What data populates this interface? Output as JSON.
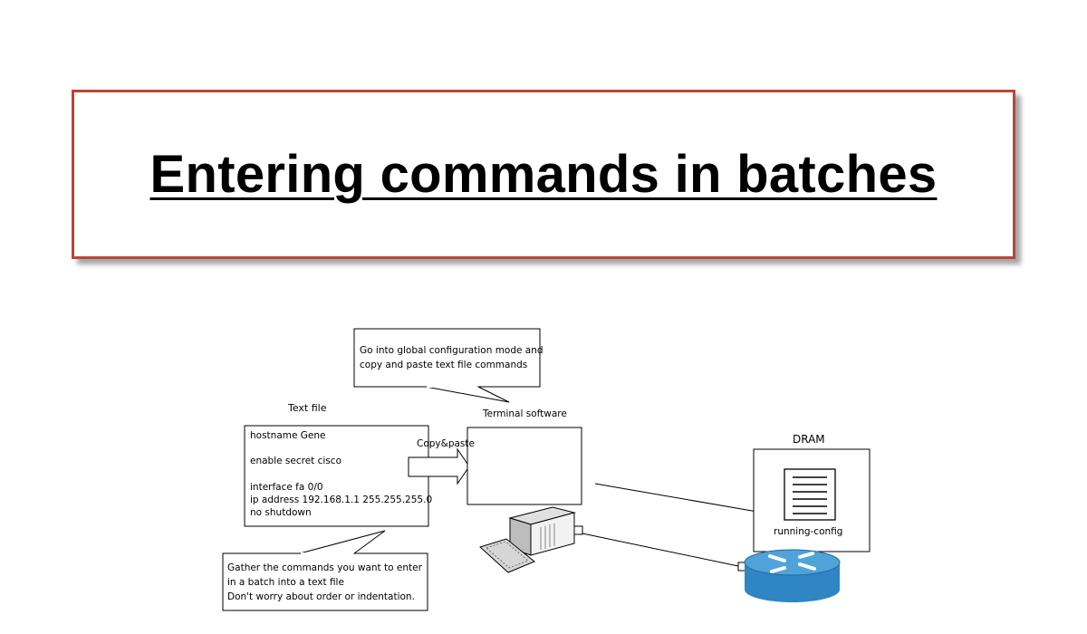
{
  "title": "Entering commands in batches",
  "callout_top": {
    "line1": "Go into global configuration mode and",
    "line2": "copy and paste text file commands"
  },
  "text_file": {
    "label": "Text file",
    "lines": [
      "hostname Gene",
      "",
      "enable secret cisco",
      "",
      "interface fa 0/0",
      "ip address 192.168.1.1 255.255.255.0",
      "no shutdown"
    ]
  },
  "copy_paste_label": "Copy&paste",
  "terminal_label": "Terminal software",
  "dram": {
    "label": "DRAM",
    "running_config": "running-config"
  },
  "callout_bottom": {
    "line1": "Gather the commands you want to enter",
    "line2": "in a batch into a text file",
    "line3": "Don't worry about order or indentation."
  },
  "colors": {
    "title_border": "#b5473a",
    "router_blue": "#2f86c2",
    "router_top": "#4fa3d9"
  }
}
